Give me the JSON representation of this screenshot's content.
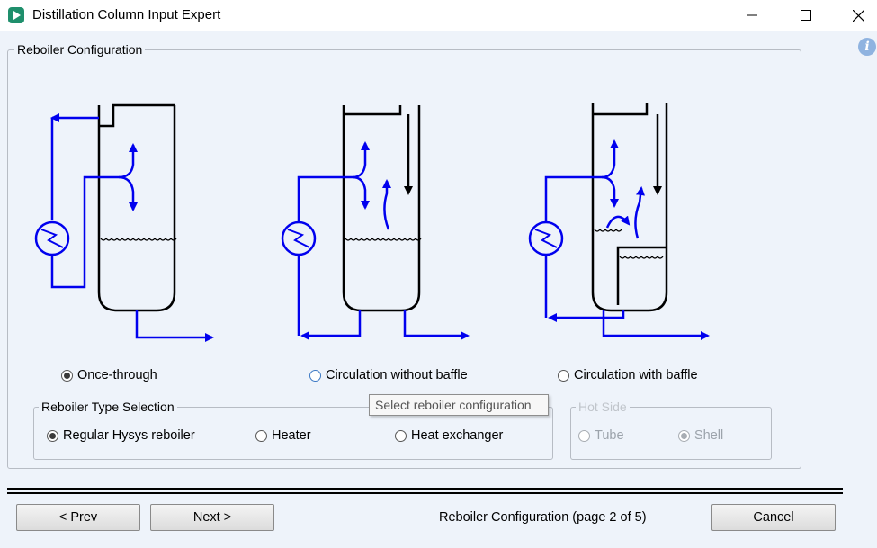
{
  "window": {
    "title": "Distillation Column Input Expert",
    "controls": [
      "minimize-icon",
      "maximize-icon",
      "close-icon"
    ],
    "app_icon": "play-triangle-icon",
    "info_icon": "info-icon"
  },
  "reboiler_config": {
    "group_label": "Reboiler Configuration",
    "options": [
      {
        "label": "Once-through",
        "selected": true
      },
      {
        "label": "Circulation without baffle",
        "selected": false
      },
      {
        "label": "Circulation with baffle",
        "selected": false
      }
    ],
    "tooltip": "Select reboiler configuration"
  },
  "reboiler_type": {
    "group_label": "Reboiler Type Selection",
    "options": [
      {
        "label": "Regular Hysys reboiler",
        "selected": true
      },
      {
        "label": "Heater",
        "selected": false
      },
      {
        "label": "Heat exchanger",
        "selected": false
      }
    ]
  },
  "hot_side": {
    "group_label": "Hot Side",
    "enabled": false,
    "options": [
      {
        "label": "Tube",
        "selected": false
      },
      {
        "label": "Shell",
        "selected": true
      }
    ]
  },
  "footer": {
    "prev_label": "< Prev",
    "next_label": "Next >",
    "status": "Reboiler Configuration (page 2 of 5)",
    "cancel_label": "Cancel"
  },
  "colors": {
    "flow": "#0000ee",
    "vessel": "#000000",
    "client_background": "#eef3fa"
  }
}
